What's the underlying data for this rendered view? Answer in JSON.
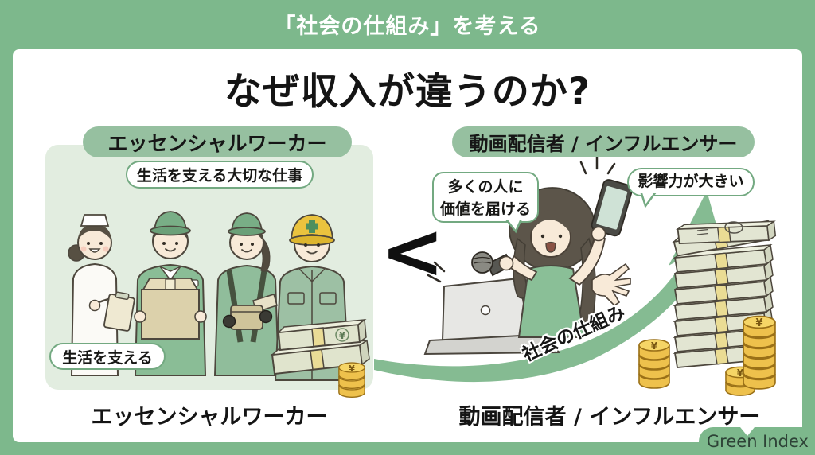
{
  "header": {
    "title": "「社会の仕組み」を考える"
  },
  "title": "なぜ収入が違うのか?",
  "comparison_symbol": "<",
  "essential": {
    "label": "エッセンシャルワーカー",
    "tag_top": "生活を支える大切な仕事",
    "tag_bottom": "生活を支える",
    "caption": "エッセンシャルワーカー"
  },
  "influencer": {
    "label": "動画配信者 / インフルエンサー",
    "bubble_reach_line1": "多くの人に",
    "bubble_reach_line2": "価値を届ける",
    "bubble_impact": "影響力が大きい",
    "arrow_label": "社会の仕組み",
    "caption": "動画配信者 / インフルエンサー"
  },
  "currency_symbol": "¥",
  "brand": "Green Index",
  "colors": {
    "background_green": "#7db88c",
    "card_white": "#ffffff",
    "panel_light_green": "#e2ede0",
    "pill_green": "#96c0a0",
    "bubble_border_green": "#73a981",
    "arrow_green": "#85bb92",
    "coin_gold": "#eec14c",
    "bill_green": "#e2e5d2",
    "text_black": "#141414"
  },
  "illustrations": {
    "left_panel": [
      "nurse",
      "delivery-worker",
      "field-worker",
      "construction-worker",
      "small-money-stack",
      "small-coin-stack"
    ],
    "right_side": [
      "laptop",
      "streamer-with-microphone-and-phone",
      "growth-arrow",
      "large-money-stack",
      "coin-stacks"
    ]
  }
}
